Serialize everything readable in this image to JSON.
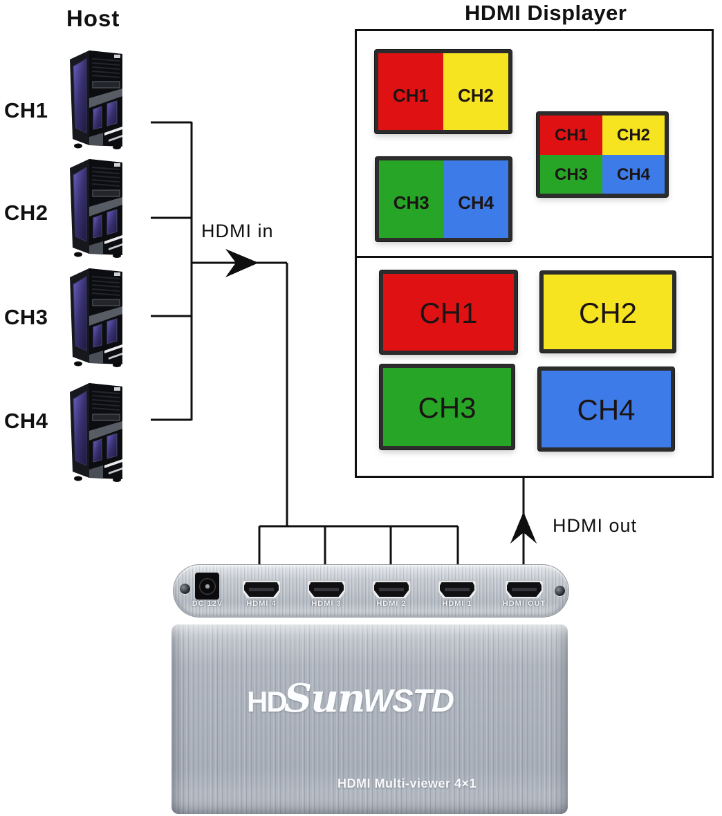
{
  "host": {
    "title": "Host",
    "channels": [
      "CH1",
      "CH2",
      "CH3",
      "CH4"
    ]
  },
  "connections": {
    "hdmi_in": "HDMI in",
    "hdmi_out": "HDMI out"
  },
  "displayer": {
    "title": "HDMI Displayer",
    "dual_monitors": [
      {
        "cells": [
          {
            "label": "CH1",
            "color": "#e01112"
          },
          {
            "label": "CH2",
            "color": "#f5e41f"
          }
        ]
      },
      {
        "cells": [
          {
            "label": "CH3",
            "color": "#27a527"
          },
          {
            "label": "CH4",
            "color": "#3d7ce8"
          }
        ]
      }
    ],
    "quad_monitor": {
      "cells": [
        {
          "label": "CH1",
          "color": "#e01112"
        },
        {
          "label": "CH2",
          "color": "#f5e41f"
        },
        {
          "label": "CH3",
          "color": "#27a527"
        },
        {
          "label": "CH4",
          "color": "#3d7ce8"
        }
      ]
    },
    "single_monitors": [
      {
        "label": "CH1",
        "color": "#e01112"
      },
      {
        "label": "CH2",
        "color": "#f5e41f"
      },
      {
        "label": "CH3",
        "color": "#27a527"
      },
      {
        "label": "CH4",
        "color": "#3d7ce8"
      }
    ]
  },
  "device": {
    "dc_label": "DC 12V",
    "ports": [
      {
        "label": "HDMI 4"
      },
      {
        "label": "HDMI 3"
      },
      {
        "label": "HDMI 2"
      },
      {
        "label": "HDMI 1"
      },
      {
        "label": "HDMI OUT"
      }
    ],
    "logo": {
      "hd": "HD",
      "script": "Sun",
      "rest": "WSTD"
    },
    "caption": "HDMI Multi-viewer 4×1"
  }
}
